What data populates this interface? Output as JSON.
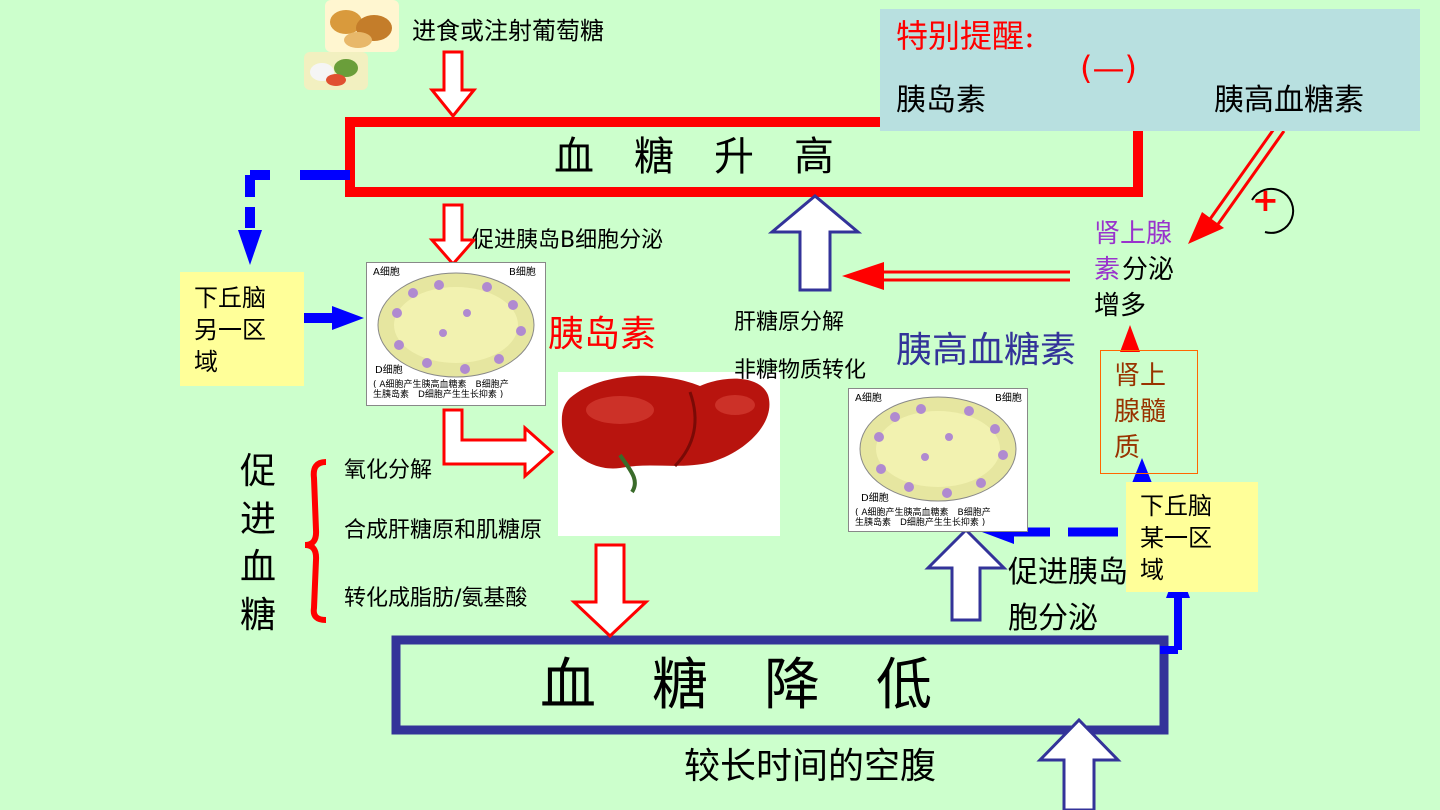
{
  "food_label": "进食或注射葡萄糖",
  "reminder": {
    "title": "特别提醒:",
    "sign": "(—)",
    "left": "胰岛素",
    "right": "胰高血糖素"
  },
  "high_box": "血　糖　升　高",
  "low_box": "血　糖　降　低",
  "promote_b": "促进胰岛B细胞分泌",
  "hypo_other": "下丘脑另一区域",
  "insulin_label": "胰岛素",
  "liver_glycogen": "肝糖原分解",
  "non_sugar": "非糖物质转化",
  "glucagon_label": "胰高血糖素",
  "adrenal_secretion": {
    "line1": "肾上腺",
    "line2_color": "素",
    "line2_rest": "分泌",
    "line3": "增多"
  },
  "adrenal_medulla": "肾上腺髓质",
  "hypo_some": "下丘脑某一区域",
  "plus_sign": "+",
  "promote_a": "促进胰岛A细胞分泌",
  "promote_a_line2": "胞分泌",
  "lower_effect": "促进血糖",
  "effects": [
    "氧化分解",
    "合成肝糖原和肌糖原",
    "转化成脂肪/氨基酸"
  ],
  "fasting": "较长时间的空腹",
  "islet_captions": {
    "a_cell": "A细胞",
    "b_cell": "B细胞",
    "d_cell": "D细胞",
    "legend_1": "( A细胞产生胰高血糖素　B细胞产",
    "legend_2": "生胰岛素　D细胞产生生长抑素 )"
  },
  "colors": {
    "red": "#ff0000",
    "blue": "#0000ff",
    "navy": "#333399",
    "box": "#b8e0e0",
    "yellow": "#ffff99",
    "purple": "#9933cc",
    "maroon": "#993300"
  }
}
